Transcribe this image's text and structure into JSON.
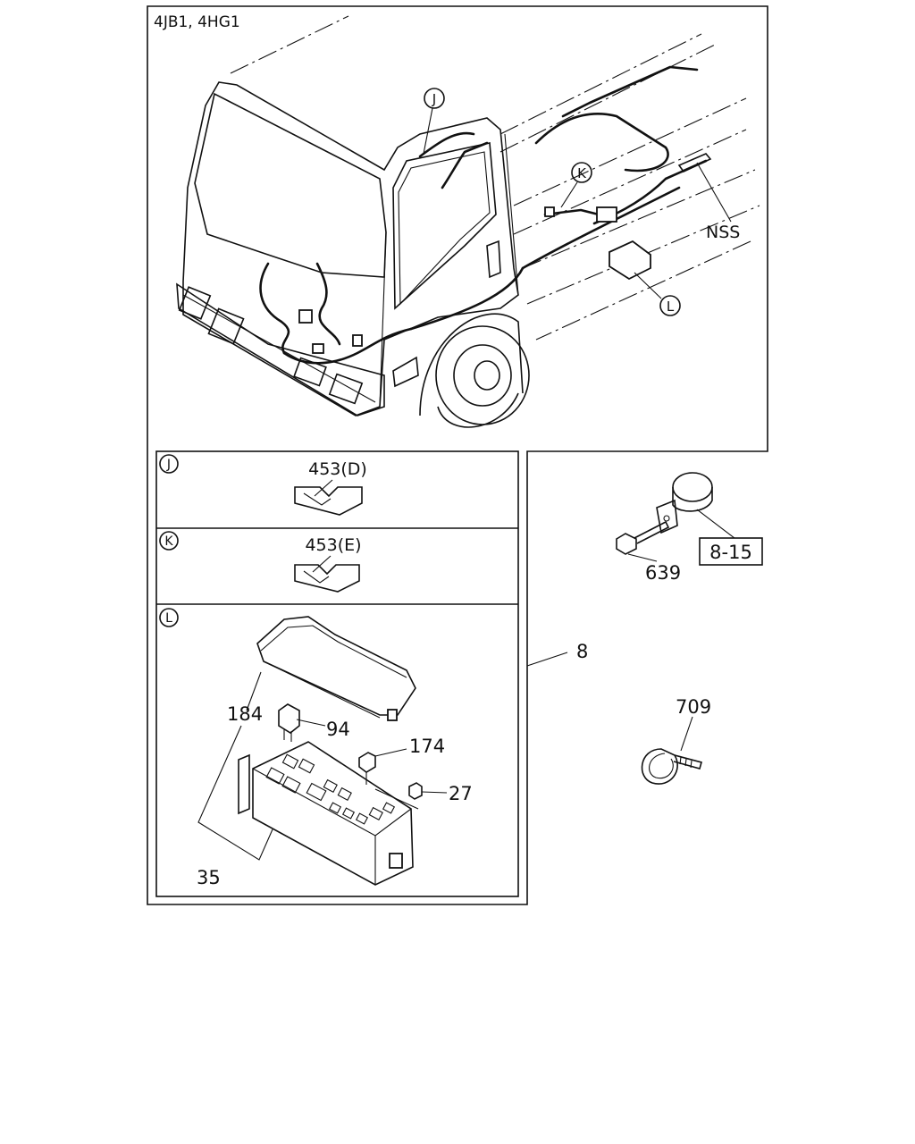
{
  "diagram": {
    "title": "4JB1, 4HG1",
    "callouts": {
      "J": "J",
      "K": "K",
      "L": "L",
      "nss": "NSS"
    },
    "details": [
      {
        "key": "J",
        "label": "453(D)"
      },
      {
        "key": "K",
        "label": "453(E)"
      },
      {
        "key": "L",
        "label": ""
      }
    ],
    "fuse_box_parts": {
      "cover": "184",
      "relay": "94",
      "fuse_large": "174",
      "fuse_small": "27",
      "bracket": "35"
    },
    "harness_label": "8",
    "clip_parts": {
      "bolt": "639",
      "clip_ref": "8-15",
      "band": "709"
    }
  }
}
